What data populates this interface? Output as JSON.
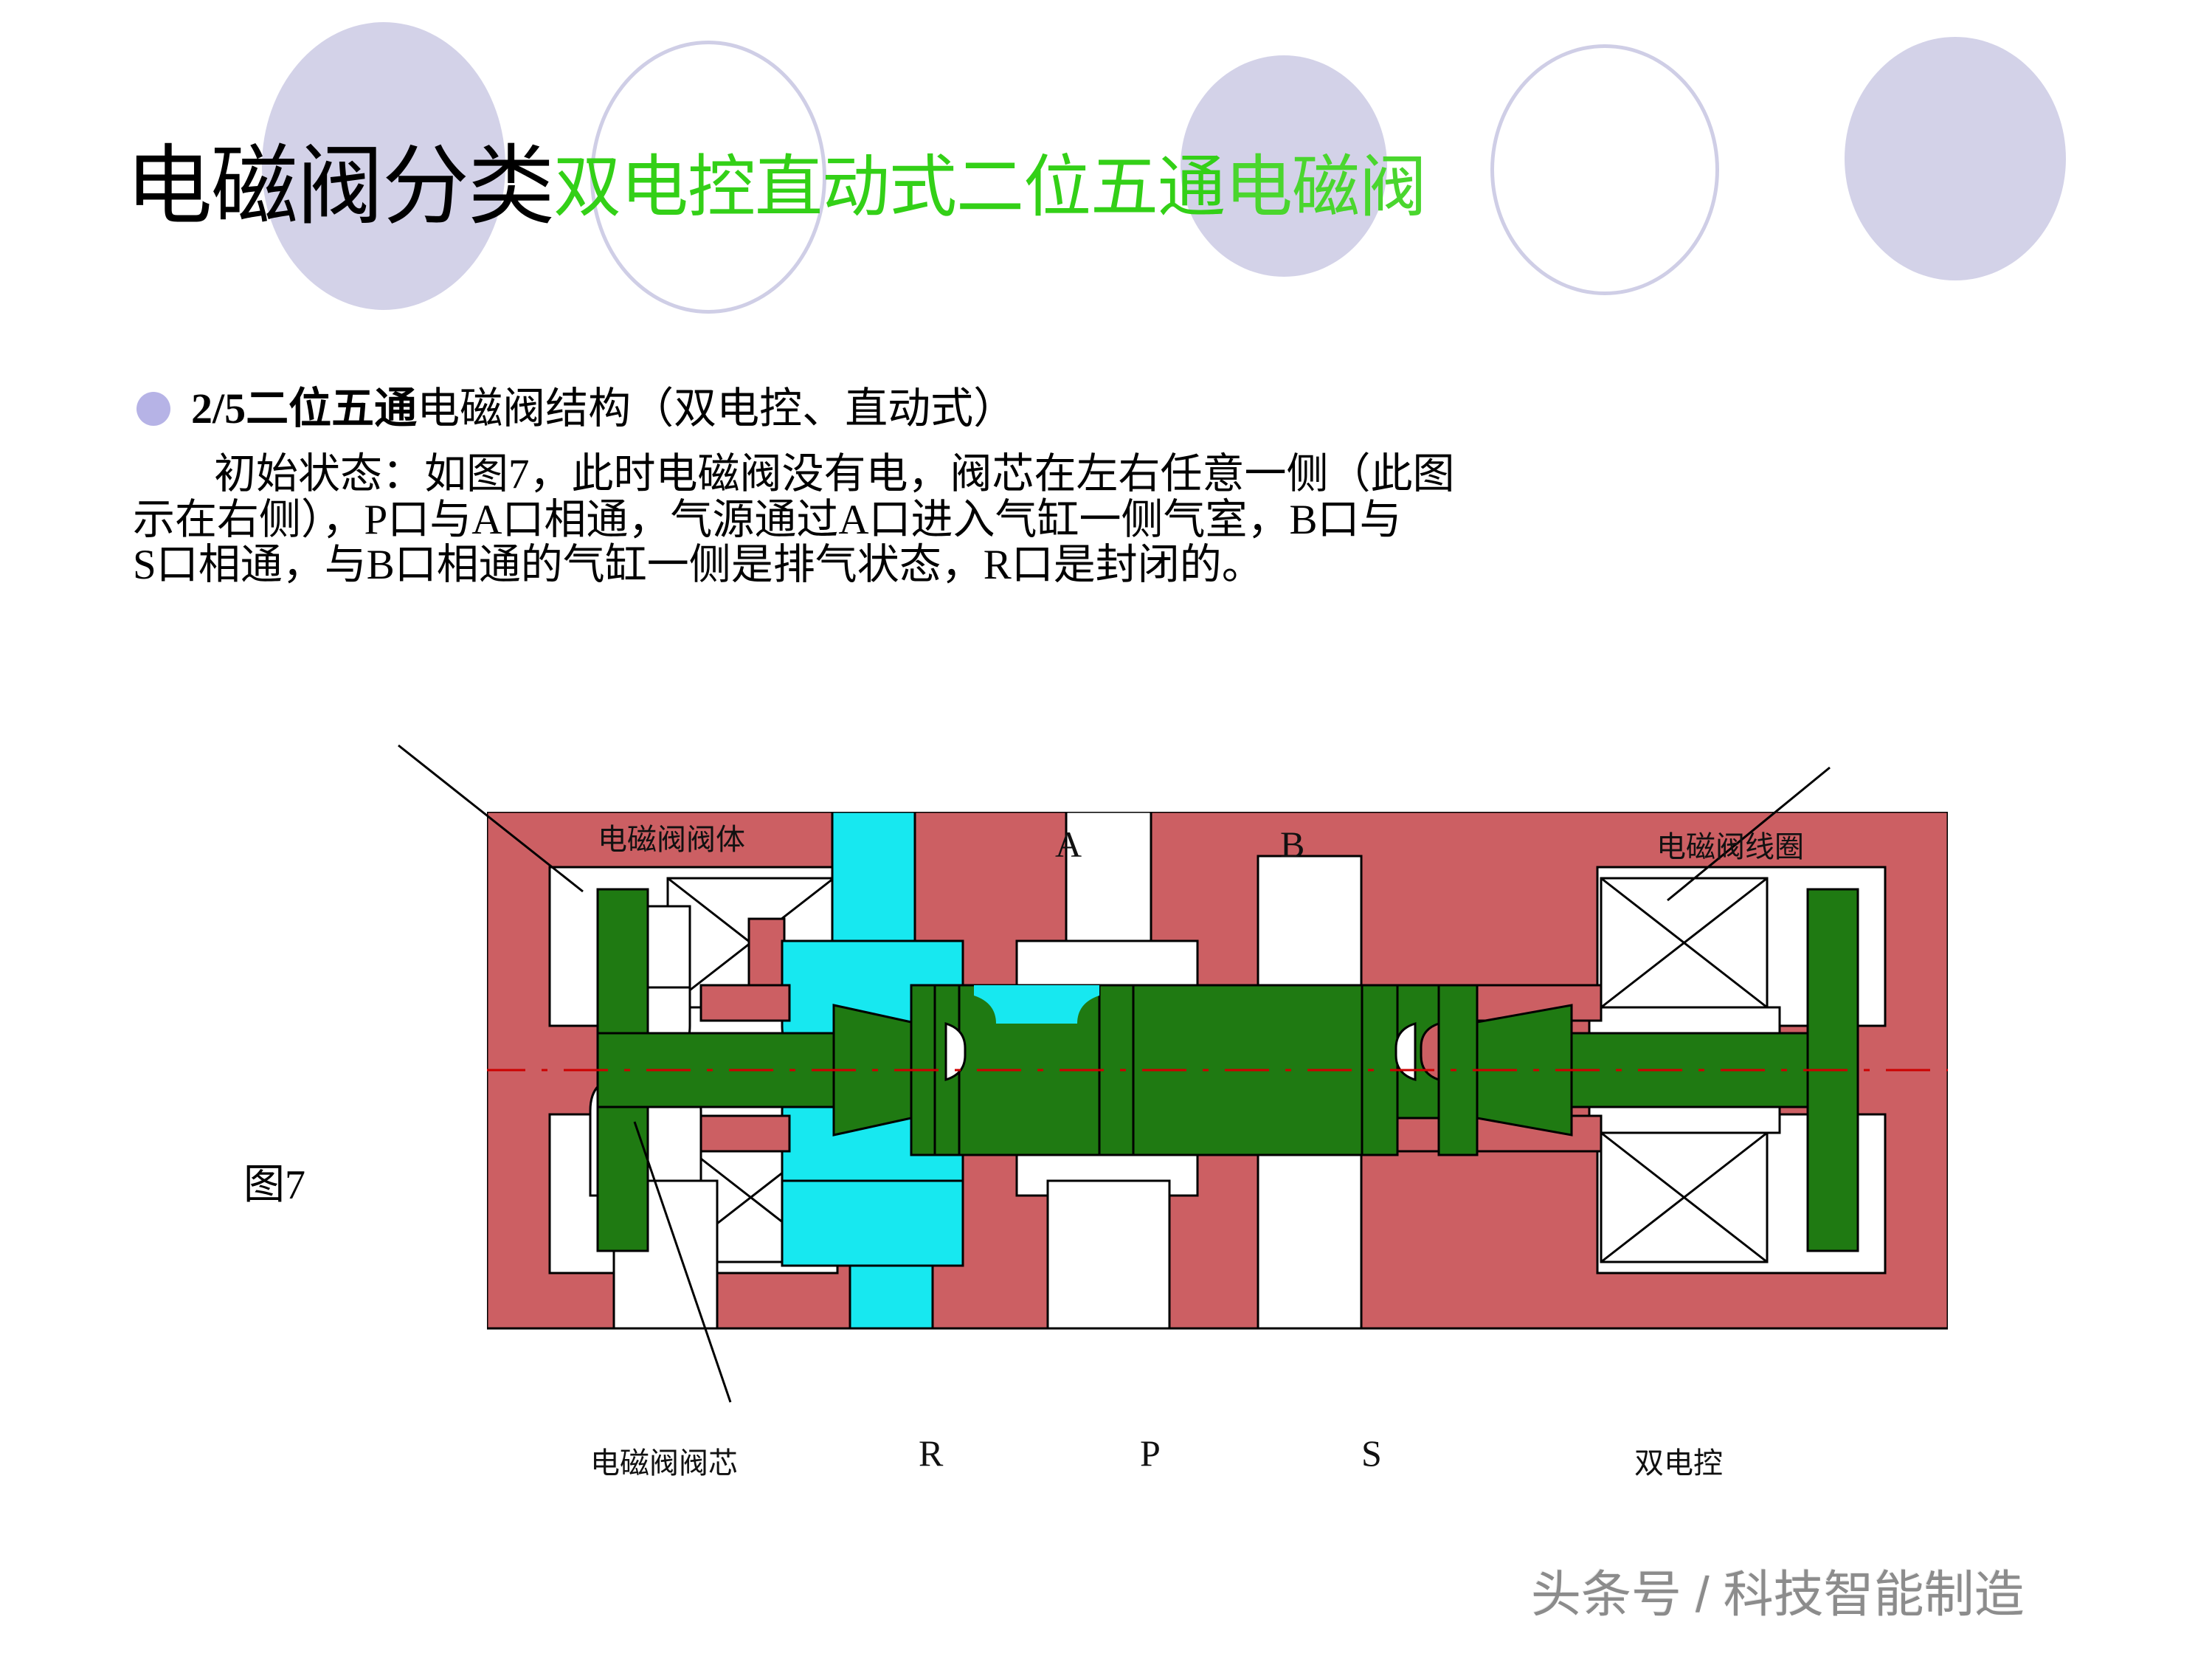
{
  "slide": {
    "title": {
      "main": "电磁阀分类",
      "sub_a": "双电控直动式二位五通",
      "sub_b": "电磁阀",
      "main_color": "#000000",
      "sub_a_color": "#33d017",
      "sub_b_color": "#4ad62e"
    },
    "bullet": {
      "dot_color": "#b6b3e6",
      "strong": "2/5二位五通",
      "rest": "电磁阀结构（双电控、直动式）"
    },
    "paragraph": {
      "lines": [
        "初始状态：如图7，此时电磁阀没有电，阀芯在左右任意一侧（此图",
        "示在右侧），P口与A口相通，气源通过A口进入气缸一侧气室，B口与",
        "S口相通，与B口相通的气缸一侧是排气状态，R口是封闭的。"
      ],
      "full_text": "初始状态：如图7，此时电磁阀没有电，阀芯在左右任意一侧（此图示在右侧），P口与A口相通，气源通过A口进入气缸一侧气室，B口与S口相通，与B口相通的气缸一侧是排气状态，R口是封闭的。"
    },
    "figure_caption": "图7",
    "watermark": "头条号 / 科技智能制造"
  },
  "diagram": {
    "colors": {
      "body": "#cc5f63",
      "spool": "#1f7a12",
      "air": "#17e8f0",
      "void": "#ffffff",
      "outline": "#000000",
      "centerline": "#cc0000"
    },
    "labels": {
      "body_label": "电磁阀阀体",
      "coil_label": "电磁阀线圈",
      "spool_label": "电磁阀阀芯",
      "dual_control_label": "双电控",
      "port_a": "A",
      "port_b": "B",
      "port_r": "R",
      "port_p": "P",
      "port_s": "S"
    }
  }
}
